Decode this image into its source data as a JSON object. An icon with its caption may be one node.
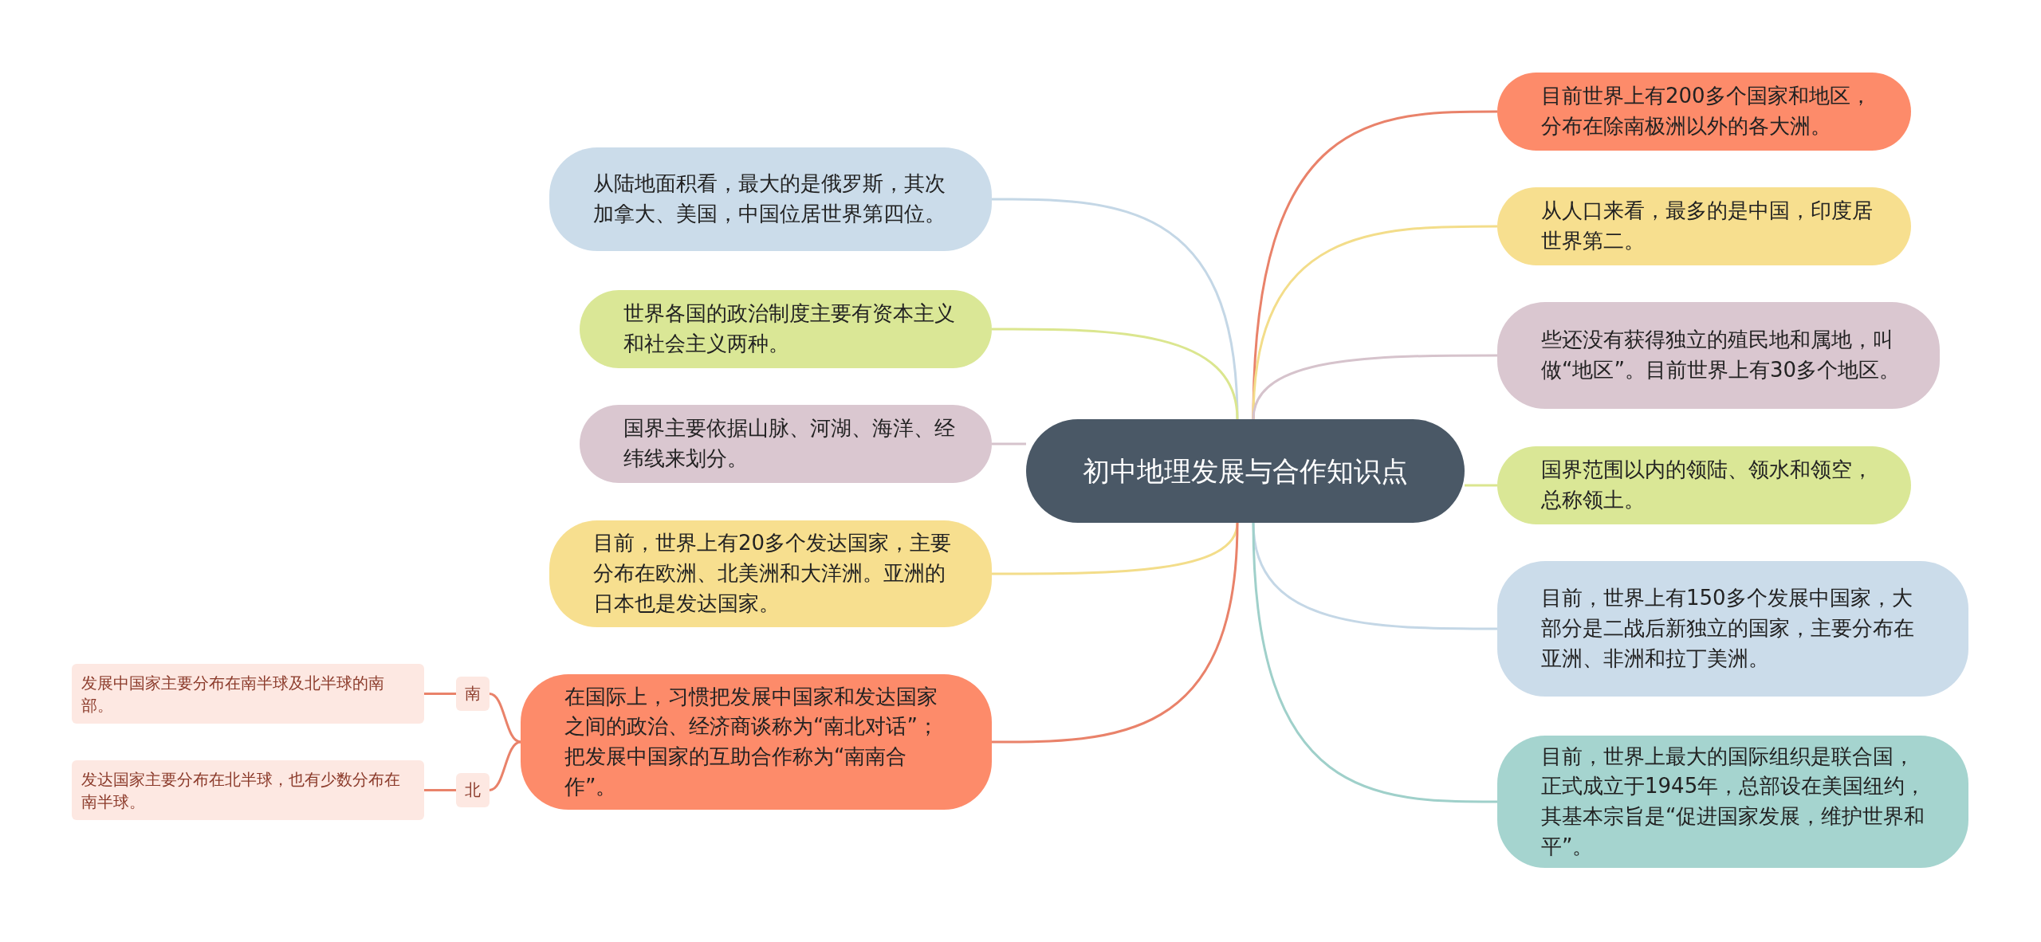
{
  "diagram": {
    "nodes": [
      {
        "text": [
          "初中地理发展与合作知识点"
        ]
      },
      {
        "text": [
          "从陆地面积看，最大的是俄罗斯，其次加拿大、美国，中国位居世界第四位。"
        ]
      },
      {
        "text": [
          "世界各国的政治制度主要有资本主义和社会主义两种。"
        ]
      },
      {
        "text": [
          "国界主要依据山脉、河湖、海洋、经纬线来划分。"
        ]
      },
      {
        "text": [
          "目前，世界上有20多个发达国家，主要分布在欧洲、北美洲和大洋洲。亚洲的日本也是发达国家。"
        ]
      },
      {
        "text": [
          "在国际上，习惯把发展中国家和发达国家之间的政治、经济商谈称为“南北对话”；把发展中国家的互助合作称为“南南合作”。"
        ]
      },
      {
        "text": [
          "南"
        ]
      },
      {
        "text": [
          "发展中国家主要分布在南半球及北半球的南部。"
        ]
      },
      {
        "text": [
          "北"
        ]
      },
      {
        "text": [
          "发达国家主要分布在北半球，也有少数分布在南半球。"
        ]
      },
      {
        "text": [
          "目前世界上有200多个国家和地区，分布在除南极洲以外的各大洲。"
        ]
      },
      {
        "text": [
          "从人口来看，最多的是中国，印度居世界第二。"
        ]
      },
      {
        "text": [
          "些还没有获得独立的殖民地和属地，叫做“地区”。目前世界上有30多个地区。"
        ]
      },
      {
        "text": [
          "国界范围以内的领陆、领水和领空，总称领土。"
        ]
      },
      {
        "text": [
          "目前，世界上有150多个发展中国家，大部分是二战后新独立的国家，主要分布在亚洲、非洲和拉丁美洲。"
        ]
      },
      {
        "text": [
          "目前，世界上最大的国际组织是联合国，正式成立于1945年，总部设在美国纽约，其基本宗旨是“促进国家发展，维护世界和平”。"
        ]
      }
    ],
    "edges": [
      {
        "from": 0,
        "to": 1,
        "arrow": "none",
        "color": "#c4d7e6"
      },
      {
        "from": 0,
        "to": 2,
        "arrow": "none",
        "color": "#dbe68f"
      },
      {
        "from": 0,
        "to": 3,
        "arrow": "none",
        "color": "#d6c3cc"
      },
      {
        "from": 0,
        "to": 4,
        "arrow": "none",
        "color": "#f3dd8a"
      },
      {
        "from": 0,
        "to": 5,
        "arrow": "none",
        "color": "#e9826a"
      },
      {
        "from": 5,
        "to": 6,
        "arrow": "none",
        "color": "#e9826a"
      },
      {
        "from": 6,
        "to": 7,
        "arrow": "none",
        "color": "#e9826a"
      },
      {
        "from": 5,
        "to": 8,
        "arrow": "none",
        "color": "#e9826a"
      },
      {
        "from": 8,
        "to": 9,
        "arrow": "none",
        "color": "#e9826a"
      },
      {
        "from": 0,
        "to": 10,
        "arrow": "none",
        "color": "#e9826a"
      },
      {
        "from": 0,
        "to": 11,
        "arrow": "none",
        "color": "#f3dd8a"
      },
      {
        "from": 0,
        "to": 12,
        "arrow": "none",
        "color": "#d6c3cc"
      },
      {
        "from": 0,
        "to": 13,
        "arrow": "none",
        "color": "#dbe68f"
      },
      {
        "from": 0,
        "to": 14,
        "arrow": "none",
        "color": "#c4d7e6"
      },
      {
        "from": 0,
        "to": 15,
        "arrow": "none",
        "color": "#9fd0ca"
      }
    ]
  }
}
